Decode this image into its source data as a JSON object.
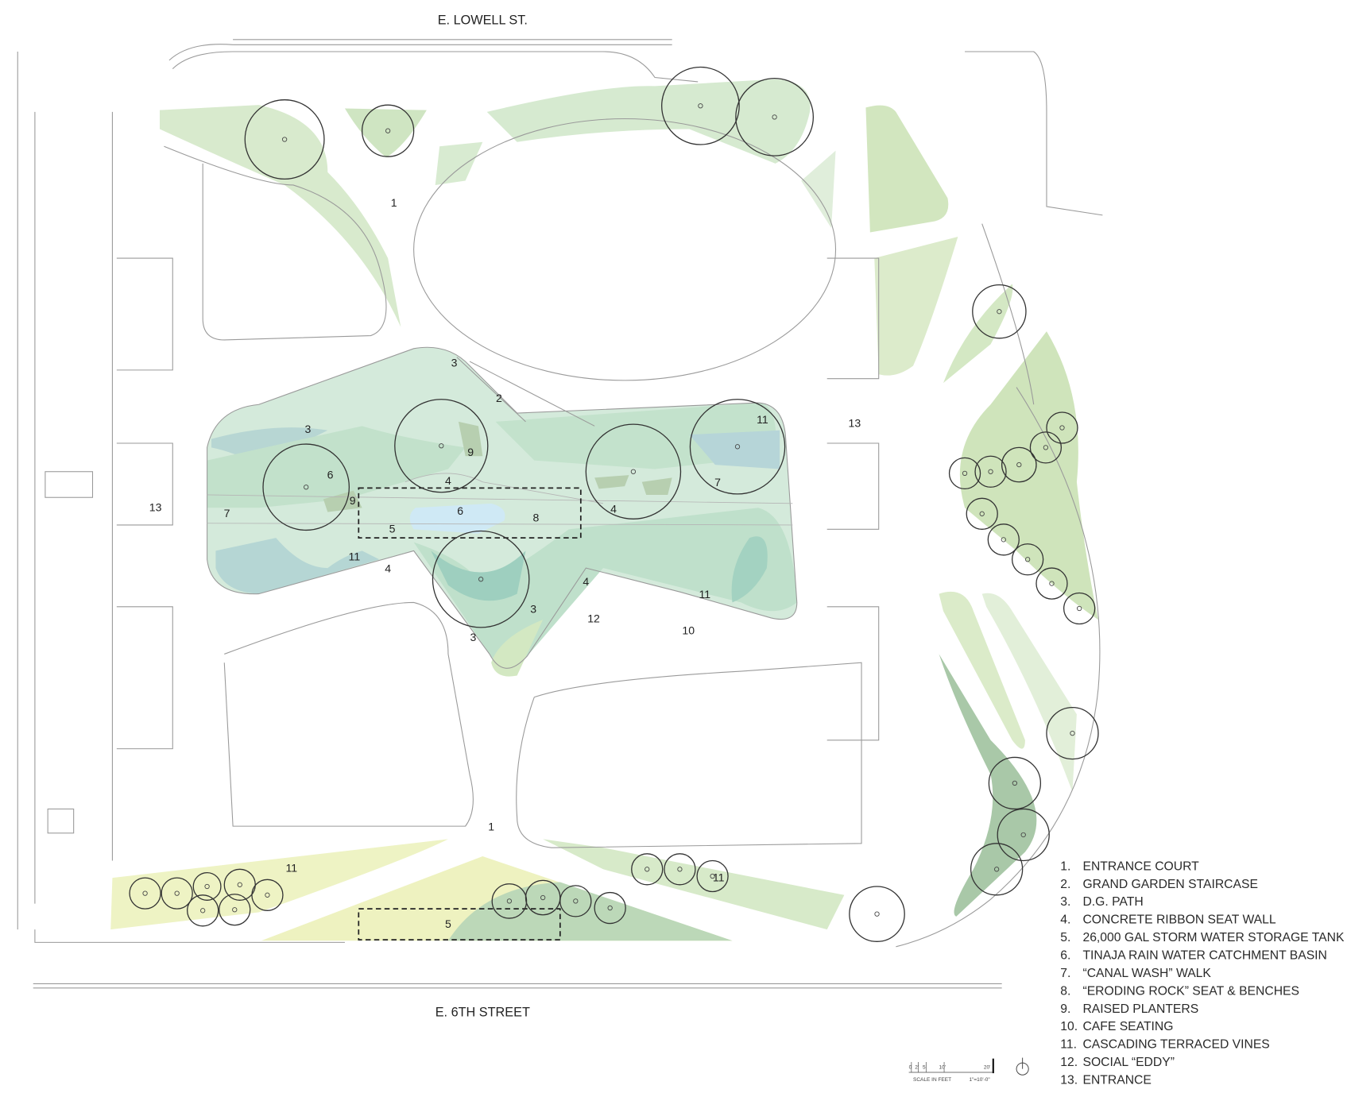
{
  "streets": {
    "north": "E. LOWELL ST.",
    "south": "E. 6TH STREET"
  },
  "legend": [
    {
      "num": "1.",
      "label": "ENTRANCE COURT"
    },
    {
      "num": "2.",
      "label": "GRAND GARDEN STAIRCASE"
    },
    {
      "num": "3.",
      "label": "D.G. PATH"
    },
    {
      "num": "4.",
      "label": "CONCRETE RIBBON SEAT WALL"
    },
    {
      "num": "5.",
      "label": "26,000 GAL STORM WATER STORAGE TANK"
    },
    {
      "num": "6.",
      "label": "TINAJA RAIN WATER CATCHMENT BASIN"
    },
    {
      "num": "7.",
      "label": "“CANAL WASH” WALK"
    },
    {
      "num": "8.",
      "label": "“ERODING ROCK” SEAT & BENCHES"
    },
    {
      "num": "9.",
      "label": "RAISED PLANTERS"
    },
    {
      "num": "10.",
      "label": "CAFE SEATING"
    },
    {
      "num": "11.",
      "label": "CASCADING TERRACED VINES"
    },
    {
      "num": "12.",
      "label": "SOCIAL “EDDY”"
    },
    {
      "num": "13.",
      "label": "ENTRANCE"
    }
  ],
  "map_labels": [
    "1",
    "3",
    "2",
    "3",
    "6",
    "9",
    "4",
    "11",
    "13",
    "7",
    "9",
    "6",
    "8",
    "5",
    "4",
    "7",
    "13",
    "11",
    "4",
    "4",
    "11",
    "3",
    "12",
    "10",
    "3",
    "1",
    "11",
    "11",
    "5"
  ],
  "scale": {
    "ticks": [
      "0",
      "2'",
      "5'",
      "10'",
      "20'"
    ],
    "caption": "SCALE IN FEET",
    "ratio": "1\"=10'-0\""
  },
  "north_arrow_icon": "north-arrow-icon",
  "colors": {
    "light_green": "#dcebd3",
    "mid_green": "#c5e3cc",
    "teal": "#a9d3c2",
    "blue_green": "#b7d6d3",
    "water": "#cfe9f5",
    "yellow": "#eef3c4",
    "sage": "#b9cfb3",
    "dark_green": "#9fc4a9"
  }
}
